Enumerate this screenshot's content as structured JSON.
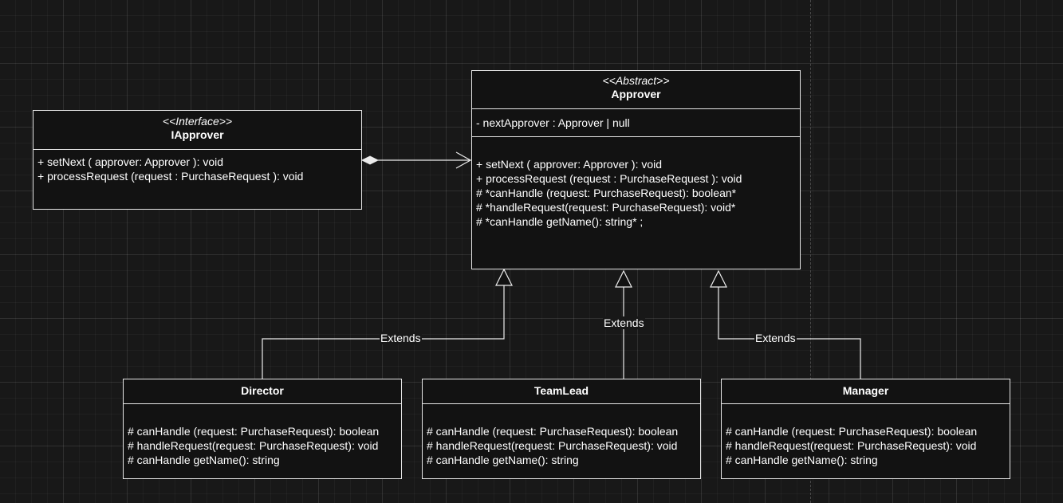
{
  "classes": {
    "iapprover": {
      "stereotype": "<<Interface>>",
      "name": "IApprover",
      "methods": [
        "+ setNext ( approver: Approver ): void",
        "+ processRequest (request : PurchaseRequest ): void"
      ]
    },
    "approver": {
      "stereotype": "<<Abstract>>",
      "name": "Approver",
      "attributes": [
        "- nextApprover : Approver | null"
      ],
      "methods": [
        "+ setNext ( approver: Approver ): void",
        "+ processRequest (request : PurchaseRequest ): void",
        "# *canHandle (request: PurchaseRequest): boolean*",
        "# *handleRequest(request: PurchaseRequest): void*",
        "# *canHandle getName(): string* ;"
      ]
    },
    "director": {
      "name": "Director",
      "methods": [
        "# canHandle (request: PurchaseRequest): boolean",
        "# handleRequest(request: PurchaseRequest): void",
        "# canHandle getName(): string"
      ]
    },
    "teamlead": {
      "name": "TeamLead",
      "methods": [
        "# canHandle (request: PurchaseRequest): boolean",
        "# handleRequest(request: PurchaseRequest): void",
        "# canHandle getName(): string"
      ]
    },
    "manager": {
      "name": "Manager",
      "methods": [
        "# canHandle (request: PurchaseRequest): boolean",
        "# handleRequest(request: PurchaseRequest): void",
        "# canHandle getName(): string"
      ]
    }
  },
  "edges": {
    "director_label": "Extends",
    "teamlead_label": "Extends",
    "manager_label": "Extends"
  }
}
